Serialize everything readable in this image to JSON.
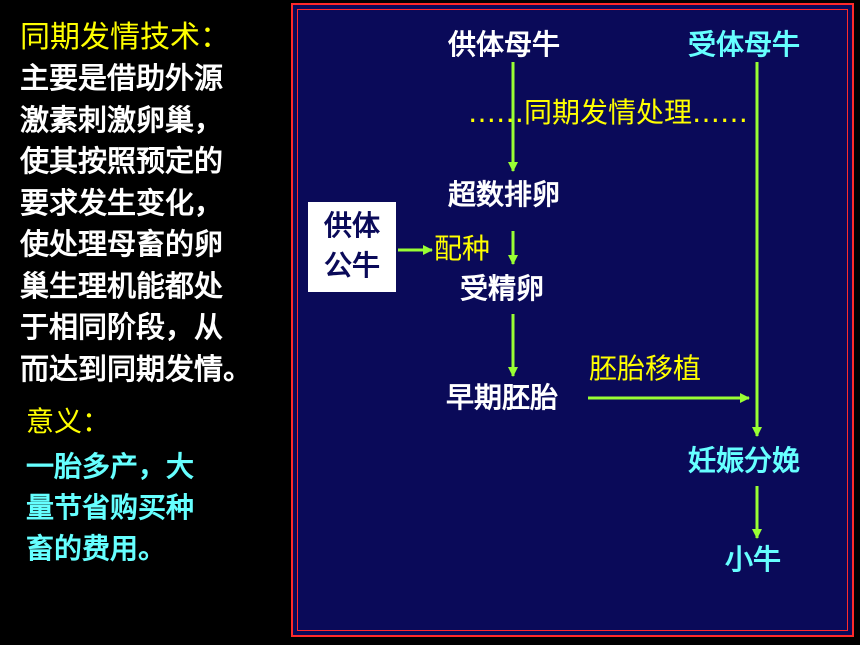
{
  "left_panel": {
    "definition_title": "同期发情技术：",
    "definition_body": "主要是借助外源\n激素刺激卵巢，\n使其按照预定的\n要求发生变化，\n使处理母畜的卵\n巢生理机能都处\n于相同阶段，从\n而达到同期发情。",
    "significance_title": "意义：",
    "significance_body": "一胎多产，大\n量节省购买种\n畜的费用。"
  },
  "diagram": {
    "donor_cow": "供体母牛",
    "recipient_cow": "受体母牛",
    "sync_treatment": "……同期发情处理……",
    "superovulation": "超数排卵",
    "donor_bull": "供体\n公牛",
    "mating": "配种",
    "fertilized_egg": "受精卵",
    "early_embryo": "早期胚胎",
    "embryo_transfer": "胚胎移植",
    "pregnancy_birth": "妊娠分娩",
    "calf": "小牛"
  },
  "colors": {
    "background": "#000000",
    "diagram_bg": "#0a0a59",
    "frame_border": "#ff2a2a",
    "highlight_yellow": "#ffff00",
    "cyan": "#66ffff",
    "arrow_green": "#99ff33"
  }
}
